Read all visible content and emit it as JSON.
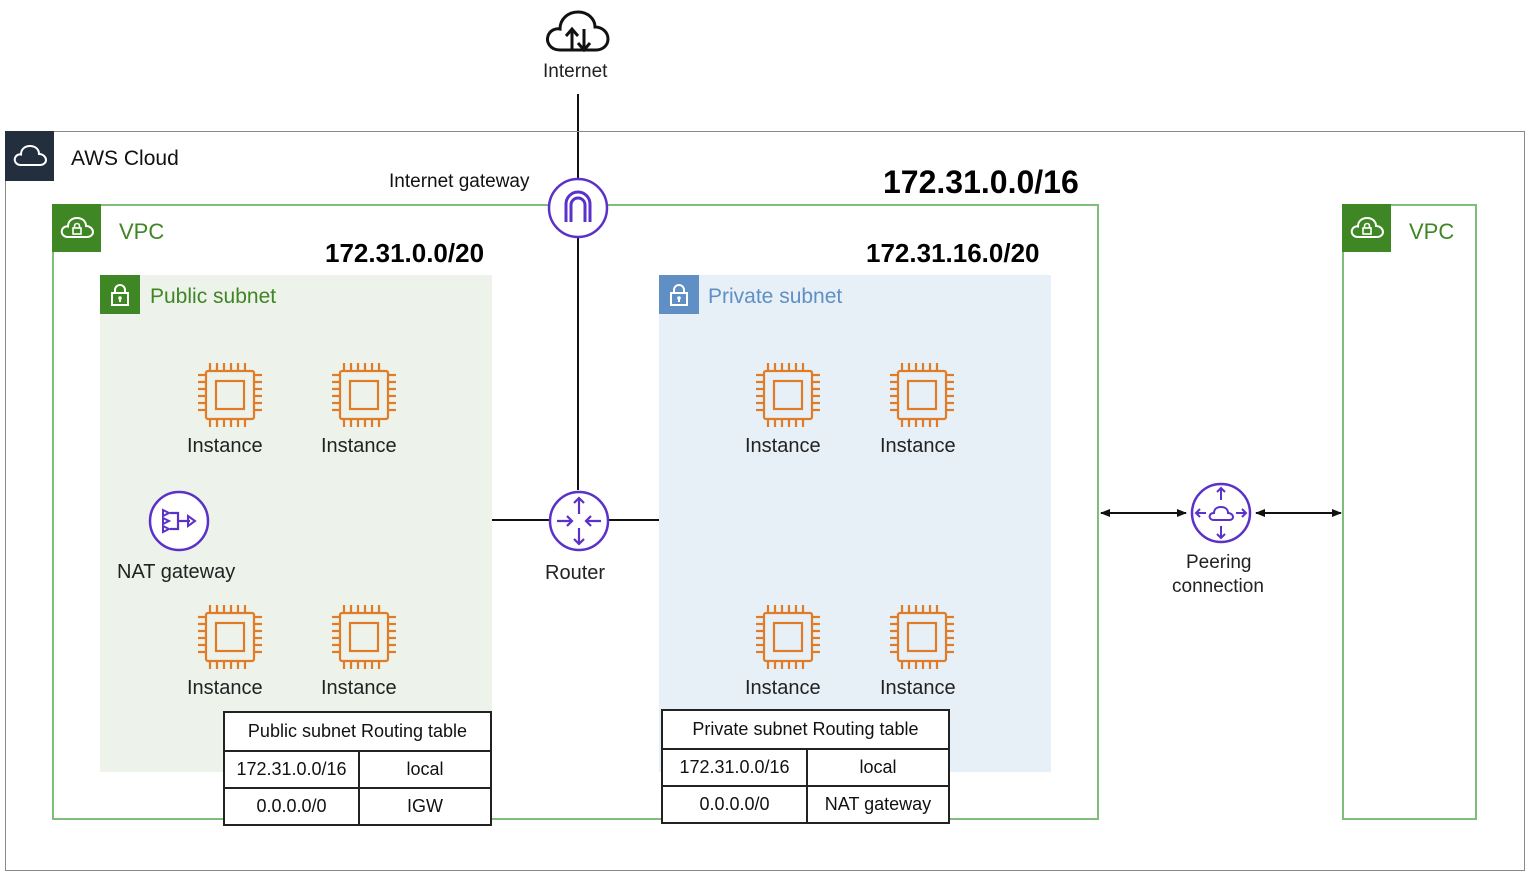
{
  "internet": {
    "label": "Internet",
    "icon": "cloud-upload-download-icon"
  },
  "aws_cloud": {
    "label": "AWS Cloud",
    "icon": "cloud-icon"
  },
  "internet_gateway": {
    "label": "Internet gateway",
    "icon": "internet-gateway-icon"
  },
  "vpc_main": {
    "label": "VPC",
    "cidr": "172.31.0.0/16",
    "icon": "vpc-cloud-lock-icon"
  },
  "vpc_peer": {
    "label": "VPC",
    "icon": "vpc-cloud-lock-icon"
  },
  "public_subnet": {
    "label": "Public subnet",
    "cidr": "172.31.0.0/20",
    "color": "#3f8624"
  },
  "private_subnet": {
    "label": "Private subnet",
    "cidr": "172.31.16.0/20",
    "color": "#5f8fc5"
  },
  "instances": {
    "public": [
      "Instance",
      "Instance",
      "Instance",
      "Instance"
    ],
    "private": [
      "Instance",
      "Instance",
      "Instance",
      "Instance"
    ],
    "icon": "ec2-instance-chip-icon",
    "color": "#e07b28"
  },
  "nat_gateway": {
    "label": "NAT gateway",
    "icon": "nat-gateway-icon"
  },
  "router": {
    "label": "Router",
    "icon": "router-icon"
  },
  "peering": {
    "label_line1": "Peering",
    "label_line2": "connection",
    "icon": "peering-connection-icon"
  },
  "public_routing_table": {
    "title": "Public subnet Routing table",
    "rows": [
      {
        "destination": "172.31.0.0/16",
        "target": "local"
      },
      {
        "destination": "0.0.0.0/0",
        "target": "IGW"
      }
    ]
  },
  "private_routing_table": {
    "title": "Private subnet Routing table",
    "rows": [
      {
        "destination": "172.31.0.0/16",
        "target": "local"
      },
      {
        "destination": "0.0.0.0/0",
        "target": "NAT gateway"
      }
    ]
  },
  "colors": {
    "purple": "#5a31c9",
    "green": "#3f8624",
    "orange": "#e07b28",
    "dark": "#232f3e"
  }
}
